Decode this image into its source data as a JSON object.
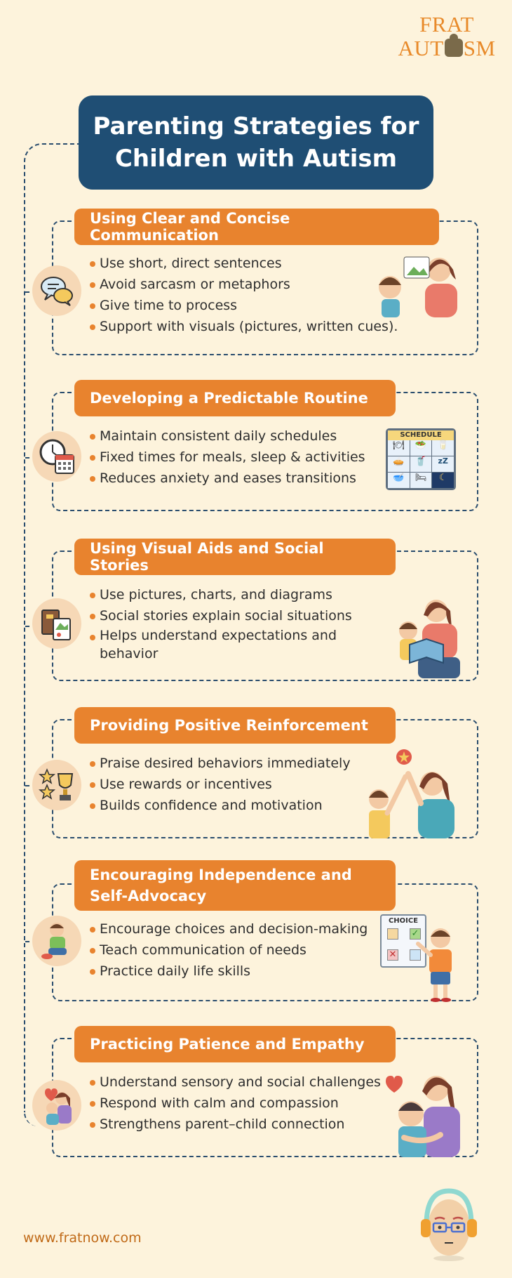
{
  "logo": {
    "line1": "FRAT",
    "line2_left": "AUT",
    "line2_right": "SM",
    "icon": "puzzle-piece-icon"
  },
  "title": "Parenting Strategies for Children with Autism",
  "colors": {
    "background": "#fdf3dc",
    "title_bg": "#1f4e74",
    "header_bg": "#e8832e",
    "dash": "#2a4d6e",
    "bullet": "#e8832e",
    "url": "#c06a18"
  },
  "sections": [
    {
      "heading": "Using Clear and Concise Communication",
      "icon": "chat-bubbles-icon",
      "illustration": "parent-child-talking-illustration",
      "bullets": [
        "Use short, direct sentences",
        "Avoid sarcasm or metaphors",
        "Give time to process",
        "Support with visuals (pictures, written cues)."
      ]
    },
    {
      "heading": "Developing a Predictable Routine",
      "icon": "clock-calendar-icon",
      "illustration": "schedule-board-illustration",
      "illustration_label": "SCHEDULE",
      "bullets": [
        "Maintain consistent daily schedules",
        "Fixed times for meals, sleep & activities",
        "Reduces anxiety and eases transitions"
      ]
    },
    {
      "heading": "Using Visual Aids and Social Stories",
      "icon": "book-picture-icon",
      "illustration": "parent-reading-illustration",
      "bullets": [
        "Use pictures, charts, and diagrams",
        "Social stories explain social situations",
        "Helps understand expectations and behavior"
      ]
    },
    {
      "heading": "Providing Positive Reinforcement",
      "icon": "stars-trophy-icon",
      "illustration": "high-five-illustration",
      "bullets": [
        "Praise desired behaviors immediately",
        "Use rewards or incentives",
        "Builds confidence and motivation"
      ]
    },
    {
      "heading": "Encouraging Independence and Self-Advocacy",
      "icon": "child-tying-shoe-icon",
      "illustration": "choice-board-illustration",
      "illustration_label": "CHOICE",
      "bullets": [
        "Encourage choices and decision-making",
        "Teach communication of needs",
        "Practice daily life skills"
      ]
    },
    {
      "heading": "Practicing Patience and Empathy",
      "icon": "hug-heart-icon",
      "illustration": "parent-hugging-child-illustration",
      "bullets": [
        "Understand sensory and social challenges",
        "Respond with calm and compassion",
        "Strengthens parent–child connection"
      ]
    }
  ],
  "footer": {
    "url": "www.fratnow.com",
    "mascot": "mascot-headphones-icon"
  }
}
